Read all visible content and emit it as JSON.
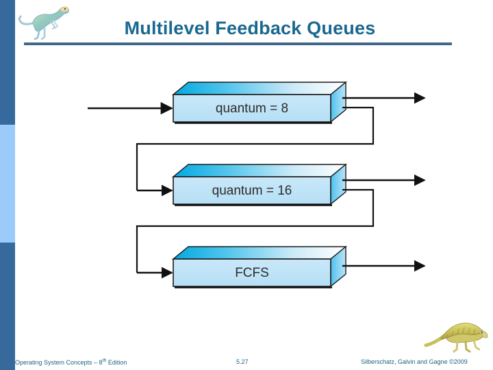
{
  "slide": {
    "title": "Multilevel Feedback Queues",
    "accent_color": "#19688f",
    "rule_color": "#40688c",
    "sidebar_dark": "#376a9c",
    "sidebar_light": "#9bcbfb"
  },
  "logos": {
    "top_left": "dinosaur-logo",
    "bottom_right": "dimetrodon-logo"
  },
  "diagram": {
    "type": "multilevel-feedback-queue",
    "entry_label": "",
    "queues": [
      {
        "label": "quantum = 8",
        "has_feedback": true
      },
      {
        "label": "quantum = 16",
        "has_feedback": true
      },
      {
        "label": "FCFS",
        "has_feedback": false
      }
    ],
    "box_fill_front": "#bfe3f7",
    "box_fill_top_start": "#0eb2e8",
    "box_fill_top_end": "#ffffff",
    "box_fill_side_start": "#59c6ef",
    "box_fill_side_end": "#cfe9fa",
    "stroke": "#1a1a1a",
    "text_color": "#2b2b2b"
  },
  "footer": {
    "left": "Operating System Concepts – 8",
    "left_sup": "th",
    "left_tail": " Edition",
    "slide_number": "5.27",
    "right": "Silberschatz, Galvin and Gagne ©2009"
  }
}
